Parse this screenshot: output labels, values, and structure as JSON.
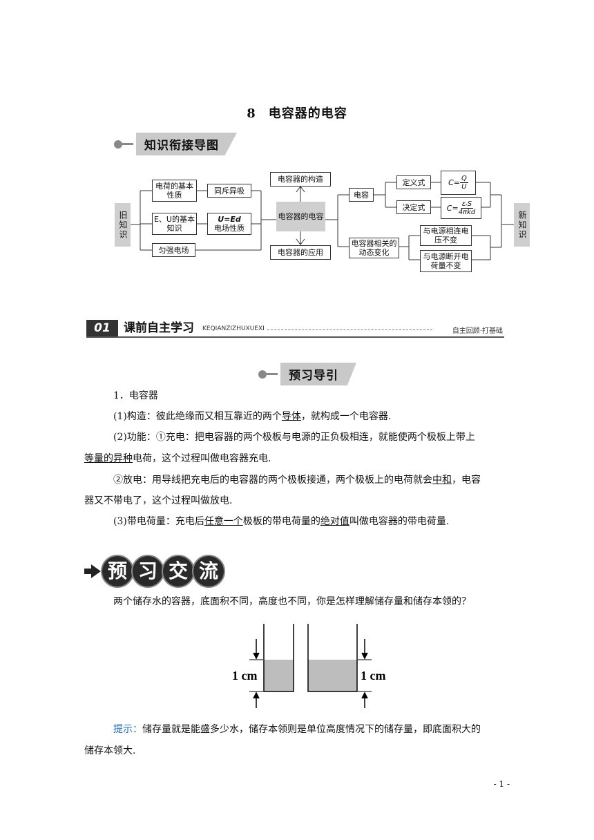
{
  "title": {
    "num": "8",
    "text": "电容器的电容"
  },
  "knowledge_header": "知识衔接导图",
  "map": {
    "old": "旧知识",
    "new": "新知识",
    "b1": "电荷的基本性质",
    "b2": "同斥异吸",
    "b3": "E、U的基本知识",
    "b4a": "U=Ed",
    "b4b": "电场性质",
    "b5": "匀强电场",
    "center": "电容器的电容",
    "top": "电容器的构造",
    "bottom": "电容器的应用",
    "cap": "电容",
    "dyn": "电容器相关的动态变化",
    "def": "定义式",
    "det": "决定式",
    "f1_lhs": "C=",
    "f1_num": "Q",
    "f1_den": "U",
    "f2_lhs": "C=",
    "f2_num": "εᵣS",
    "f2_den": "4πkd",
    "c1": "与电源相连电压不变",
    "c2": "与电源断开电荷量不变"
  },
  "section": {
    "badge": "01",
    "name": "课前自主学习",
    "pinyin": "KEQIANZIZHUXUEXI",
    "right": "自主回顾·打基础"
  },
  "preview_header": "预习导引",
  "content": {
    "h1": "1．电容器",
    "p1_a": "(1)构造：彼此绝缘而又相互靠近的两个",
    "p1_u": "导体",
    "p1_b": "，就构成一个电容器.",
    "p2_a": "(2)功能：①充电：把电容器的两个极板与电源的正负极相连，就能使两个极板上带上",
    "p2_u1": "等量的",
    "p2_u2": "异种",
    "p2_b": "电荷，这个过程叫做电容器充电.",
    "p3_a": "②放电：用导线把充电后的电容器的两个极板接通，两个极板上的电荷就会",
    "p3_u": "中和",
    "p3_b": "，电容",
    "p3_c": "器又不带电了，这个过程叫做放电.",
    "p4_a": "(3)带电荷量：充电后",
    "p4_u1": "任意一个",
    "p4_b": "极板的带电荷量的",
    "p4_u2": "绝对值",
    "p4_c": "叫做电容器的带电荷量."
  },
  "exchange_banner": [
    "预",
    "习",
    "交",
    "流"
  ],
  "question": "两个储存水的容器，底面积不同，高度也不同，你是怎样理解储存量和储存本领的？",
  "figure": {
    "left_label": "1 cm",
    "right_label": "1 cm"
  },
  "hint_label": "提示：",
  "hint_text_1": "储存量就是能盛多少水，储存本领则是单位高度情况下的储存量，即底面积大的",
  "hint_text_2": "储存本领大.",
  "page_number": "- 1 -"
}
